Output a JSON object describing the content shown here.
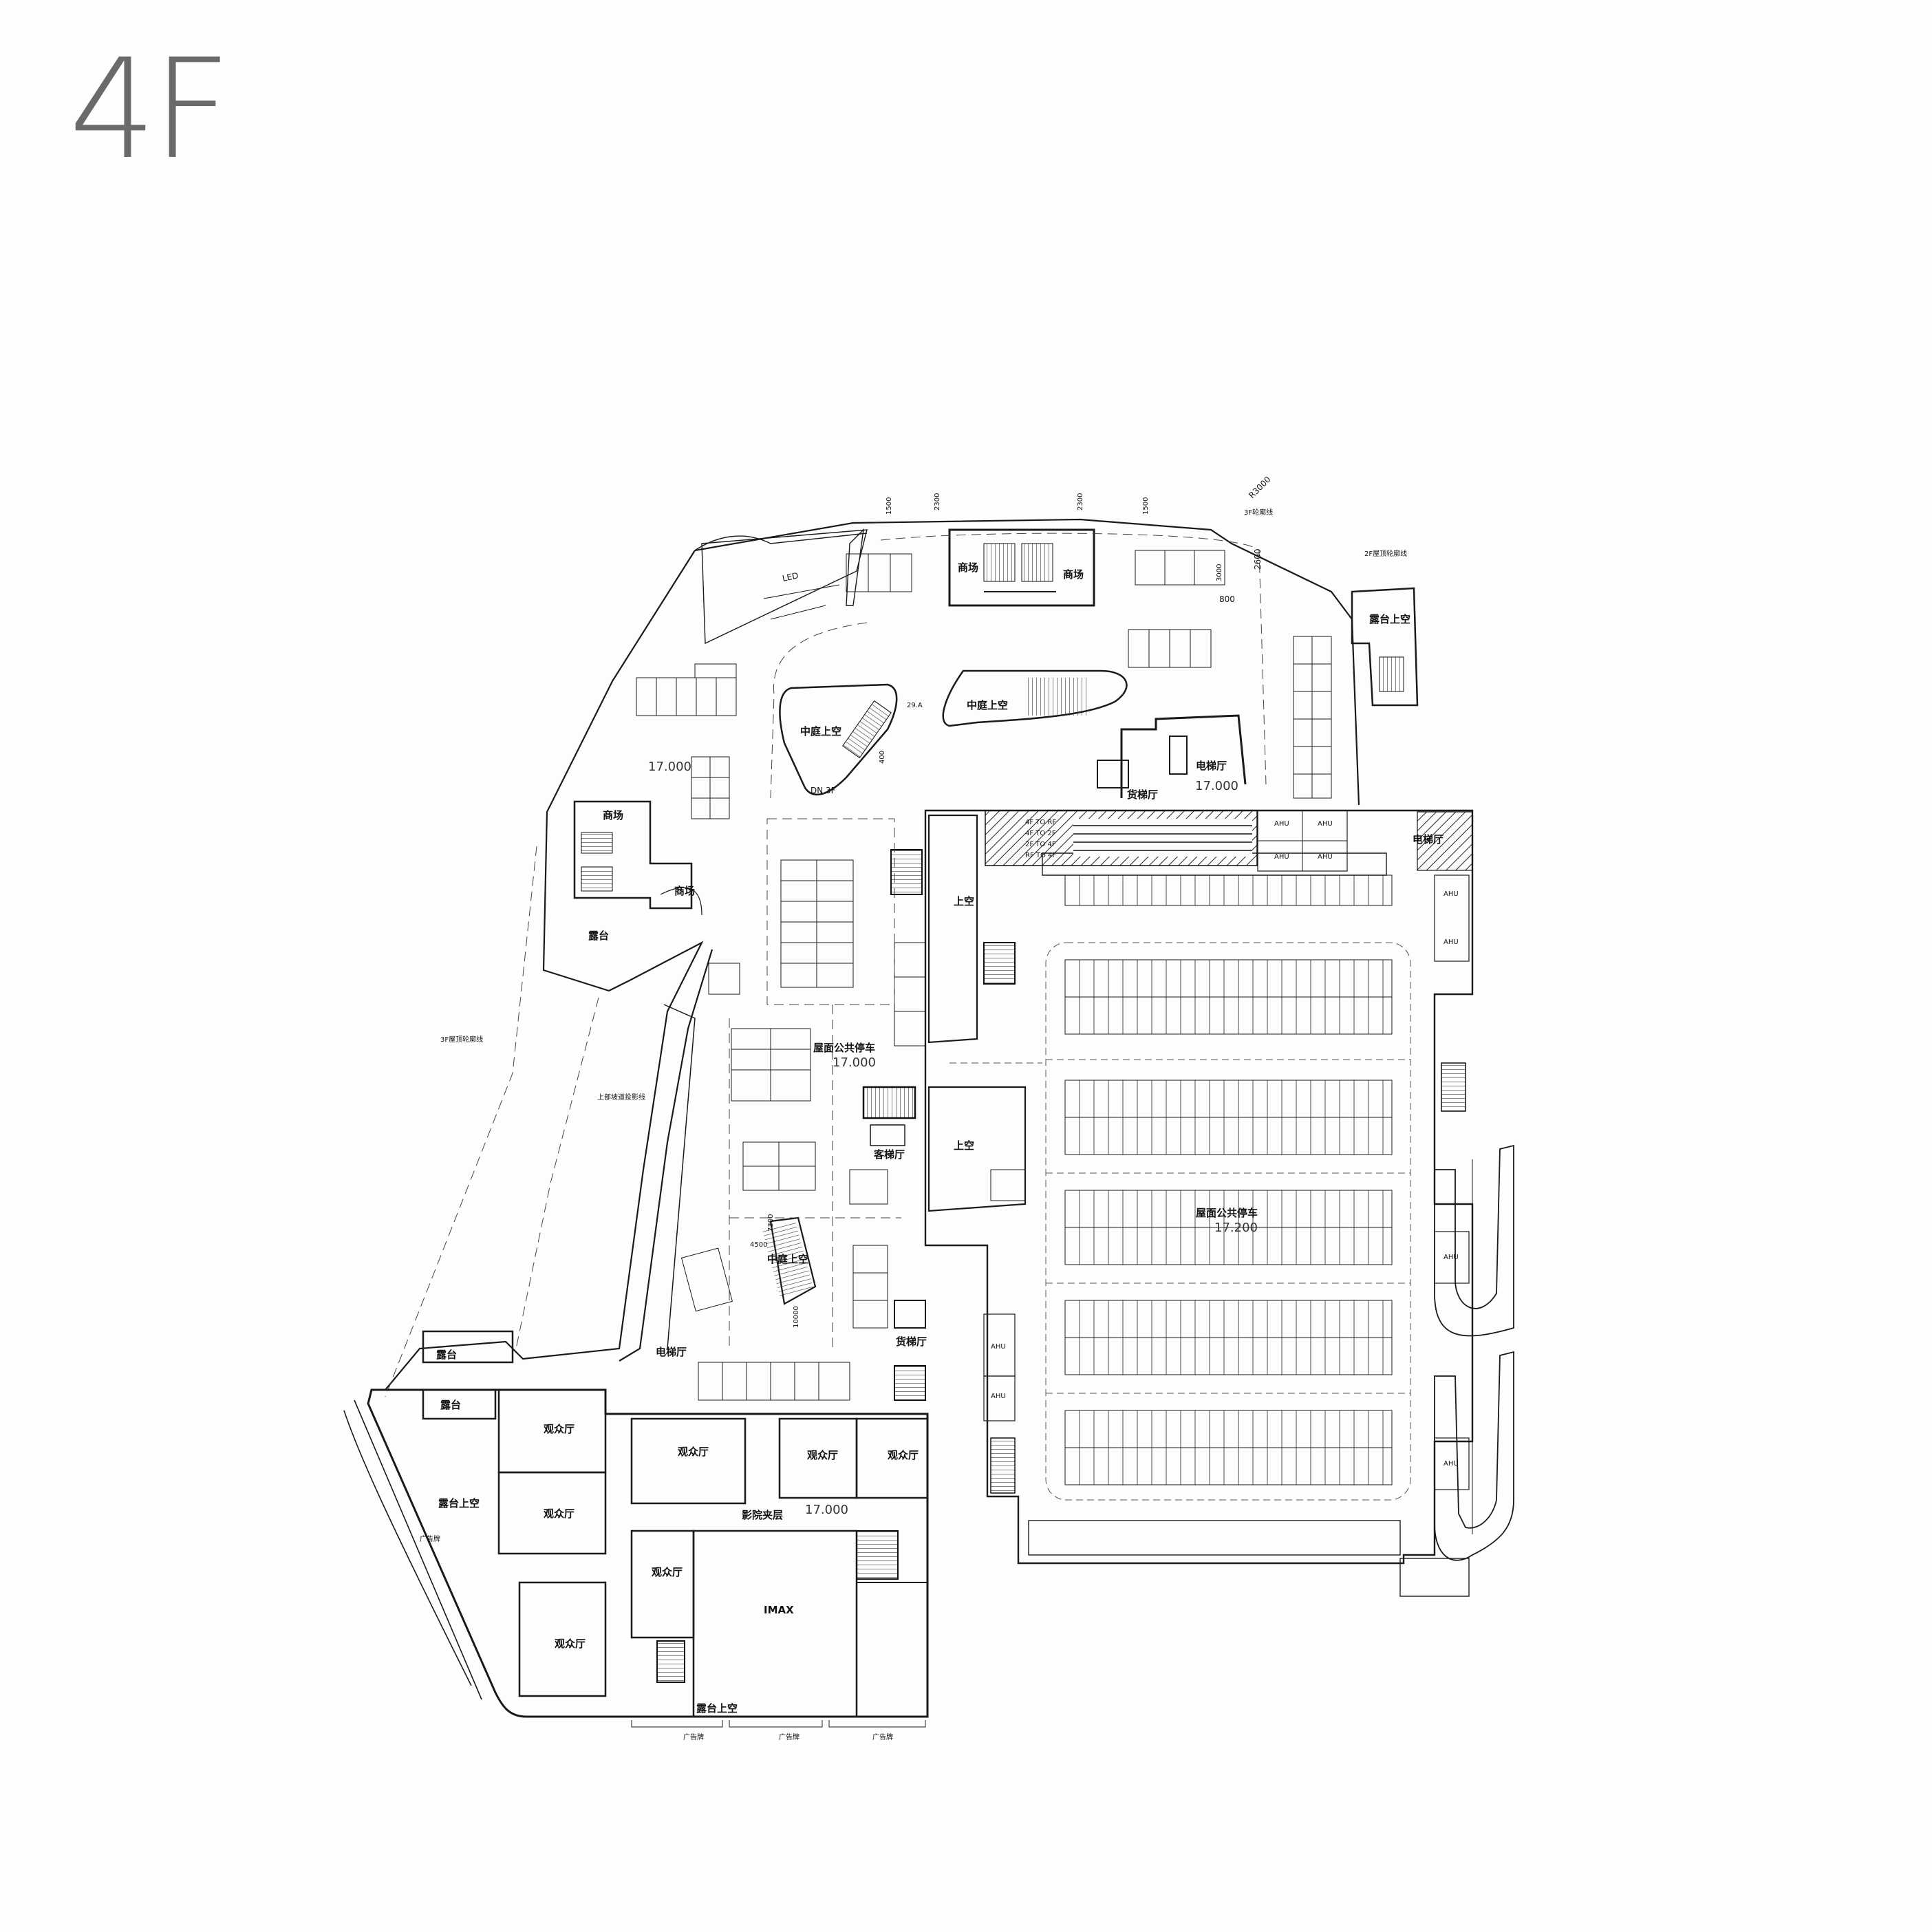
{
  "floor_label": "4F",
  "labels": {
    "mall": "商场",
    "led": "LED",
    "atrium_void": "中庭上空",
    "dn_3f": "DN 3F",
    "terrace": "露台",
    "terrace_void": "露台上空",
    "cargo_hall": "货梯厅",
    "elevator_hall": "电梯厅",
    "passenger_hall": "客梯厅",
    "void": "上空",
    "roof_parking": "屋面公共停车",
    "ahu": "AHU",
    "auditorium": "观众厅",
    "imax": "IMAX",
    "cinema_mezzanine": "影院夹层",
    "billboard": "广告牌",
    "roof_outline_3f": "3F屋顶轮廓线",
    "roof_outline_3f_short": "3F轮廓线",
    "roof_outline_2f": "2F屋顶轮廓线",
    "upper_ramp_projection": "上部坡道投影线",
    "ramp_4f_rf": "4F TO RF",
    "ramp_4f_2f": "4F TO 2F",
    "ramp_2f_4f": "2F TO 4F",
    "ramp_rf_4f": "RF TO 4F"
  },
  "levels": {
    "l17000": "17.000",
    "l17200": "17.200"
  },
  "dims": {
    "d1500": "1500",
    "d2300": "2300",
    "d2600": "2600",
    "d800": "800",
    "d3000": "3000",
    "r3000": "R3000",
    "d4500": "4500",
    "d7300": "7300",
    "d10000": "10000",
    "d400": "400",
    "d29a": "29.A"
  }
}
